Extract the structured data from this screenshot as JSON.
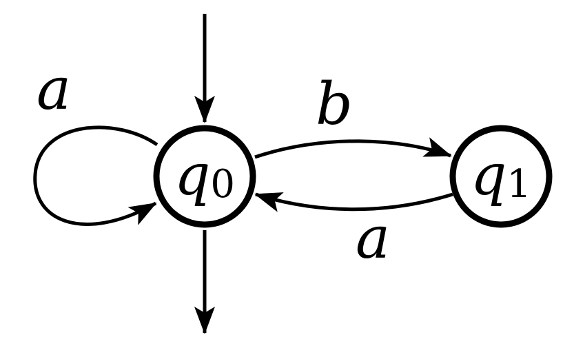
{
  "states": [
    {
      "id": "q0",
      "base": "q",
      "subscript": "0"
    },
    {
      "id": "q1",
      "base": "q",
      "subscript": "1"
    }
  ],
  "transitions": [
    {
      "from": "q0",
      "to": "q0",
      "symbol": "a"
    },
    {
      "from": "q0",
      "to": "q1",
      "symbol": "b"
    },
    {
      "from": "q1",
      "to": "q0",
      "symbol": "a"
    }
  ],
  "initial_state": "q0",
  "accepting_states": [
    "q0"
  ],
  "labels": {
    "state0_base": "q",
    "state0_sub": "0",
    "state1_base": "q",
    "state1_sub": "1",
    "self_loop_symbol": "a",
    "edge_q0_q1_symbol": "b",
    "edge_q1_q0_symbol": "a"
  }
}
